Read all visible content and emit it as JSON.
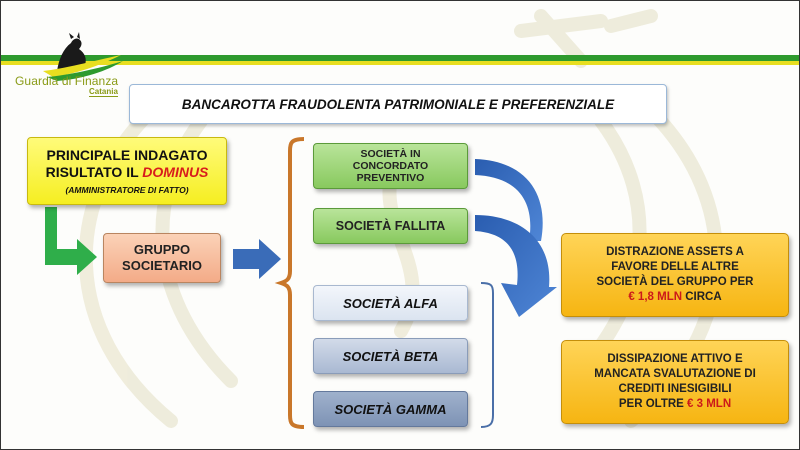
{
  "logo": {
    "name": "Guardia di Finanza",
    "sub": "Catania",
    "icon": "panther-icon"
  },
  "title": "BANCAROTTA FRAUDOLENTA PATRIMONIALE  E PREFERENZIALE",
  "principal": {
    "line1": "PRINCIPALE INDAGATO",
    "line2_prefix": "RISULTATO IL ",
    "line2_emph": "DOMINUS",
    "line3": "(AMMINISTRATORE DI FATTO)"
  },
  "gruppo": {
    "line1": "GRUPPO",
    "line2": "SOCIETARIO"
  },
  "companies": {
    "concordato": [
      "SOCIETÀ IN",
      "CONCORDATO",
      "PREVENTIVO"
    ],
    "fallita": "SOCIETÀ FALLITA",
    "alfa": "SOCIETÀ ALFA",
    "beta": "SOCIETÀ BETA",
    "gamma": "SOCIETÀ GAMMA"
  },
  "outcomes": {
    "distrazione": {
      "line1": "DISTRAZIONE ASSETS A",
      "line2": "FAVORE DELLE ALTRE",
      "line3": "SOCIETÀ DEL GRUPPO PER",
      "amount": "€ 1,8 MLN",
      "suffix": " CIRCA"
    },
    "dissipazione": {
      "line1": "DISSIPAZIONE ATTIVO E",
      "line2": "MANCATA SVALUTAZIONE DI",
      "line3": "CREDITI INESIGIBILI",
      "prefix": "PER OLTRE ",
      "amount": "€ 3 MLN"
    }
  },
  "colors": {
    "stripe_green": "#2e9a2e",
    "stripe_yellow": "#e8de20",
    "arrow_green": "#2fae4a",
    "arrow_blue": "#3a6cb8",
    "bracket": "#c9772a",
    "emphasis_red": "#d81c1c"
  }
}
